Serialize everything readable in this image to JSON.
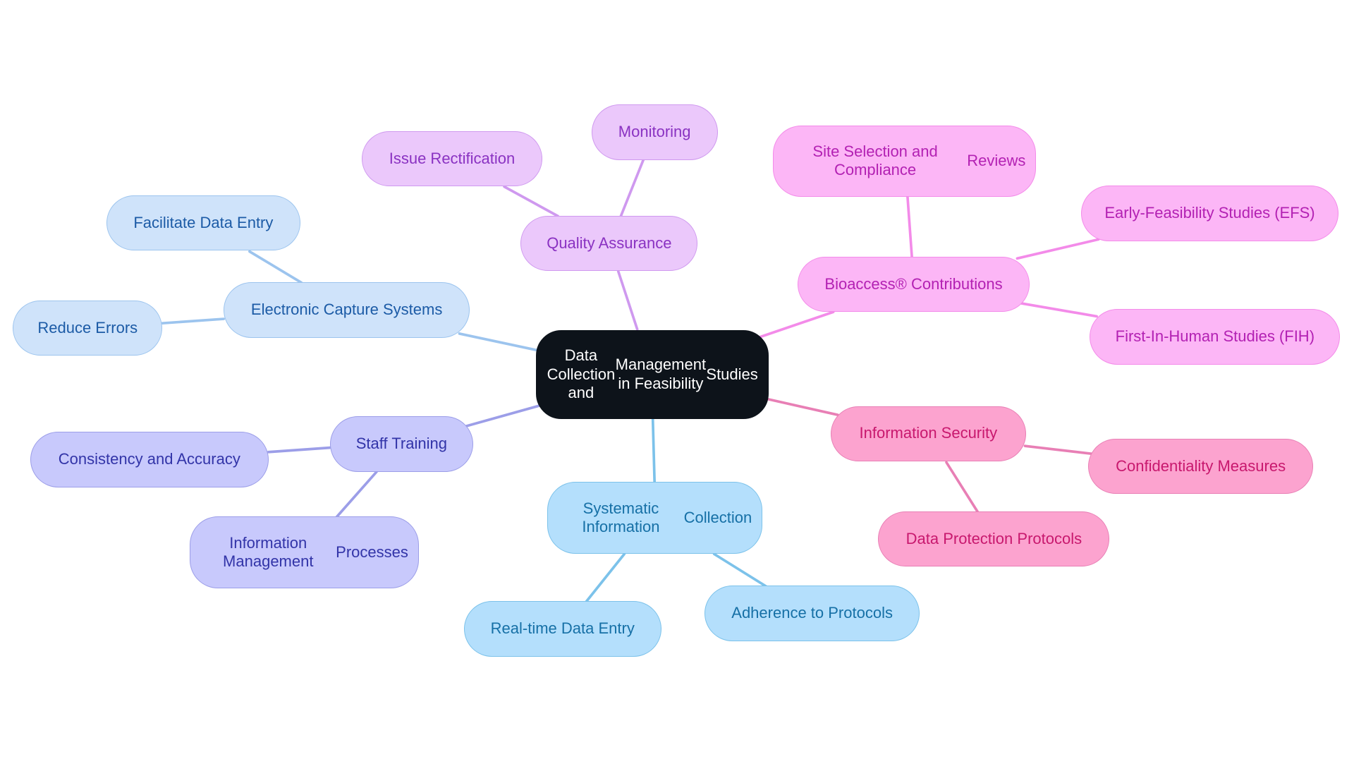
{
  "root": {
    "id": "root",
    "label": "Data Collection and Management in Feasibility Studies",
    "fill": "#0d131a",
    "text": "#ffffff",
    "stroke": "#0d131a"
  },
  "branches": [
    {
      "id": "quality-assurance",
      "label": "Quality Assurance",
      "fill": "#ebc8fb",
      "stroke": "#cf99ef",
      "text": "#8a32c2",
      "edge": "#cf99ef",
      "children": [
        {
          "id": "issue-rectification",
          "label": "Issue Rectification"
        },
        {
          "id": "monitoring",
          "label": "Monitoring"
        }
      ]
    },
    {
      "id": "bioaccess-contributions",
      "label": "Bioaccess® Contributions",
      "fill": "#fcb6f6",
      "stroke": "#f38be9",
      "text": "#b321b3",
      "edge": "#f38be9",
      "children": [
        {
          "id": "site-selection",
          "label": "Site Selection and Compliance Reviews"
        },
        {
          "id": "efs",
          "label": "Early-Feasibility Studies (EFS)"
        },
        {
          "id": "fih",
          "label": "First-In-Human Studies (FIH)"
        }
      ]
    },
    {
      "id": "electronic-capture-systems",
      "label": "Electronic Capture Systems",
      "fill": "#cfe3fa",
      "stroke": "#9cc4ee",
      "text": "#1c5ba6",
      "edge": "#9cc4ee",
      "children": [
        {
          "id": "facilitate-data-entry",
          "label": "Facilitate Data Entry"
        },
        {
          "id": "reduce-errors",
          "label": "Reduce Errors"
        }
      ]
    },
    {
      "id": "staff-training",
      "label": "Staff Training",
      "fill": "#c8c9fc",
      "stroke": "#9c9ee8",
      "text": "#3234a8",
      "edge": "#9c9ee8",
      "children": [
        {
          "id": "consistency-accuracy",
          "label": "Consistency and Accuracy"
        },
        {
          "id": "information-management",
          "label": "Information Management Processes"
        }
      ]
    },
    {
      "id": "systematic-collection",
      "label": "Systematic Information Collection",
      "fill": "#b4dffc",
      "stroke": "#7cc2ea",
      "text": "#1670a6",
      "edge": "#7cc2ea",
      "children": [
        {
          "id": "real-time-entry",
          "label": "Real-time Data Entry"
        },
        {
          "id": "adherence-protocols",
          "label": "Adherence to Protocols"
        }
      ]
    },
    {
      "id": "information-security",
      "label": "Information Security",
      "fill": "#fca3cf",
      "stroke": "#e87fb5",
      "text": "#c8186e",
      "edge": "#e87fb5",
      "children": [
        {
          "id": "confidentiality-measures",
          "label": "Confidentiality Measures"
        },
        {
          "id": "data-protection",
          "label": "Data Protection Protocols"
        }
      ]
    }
  ]
}
